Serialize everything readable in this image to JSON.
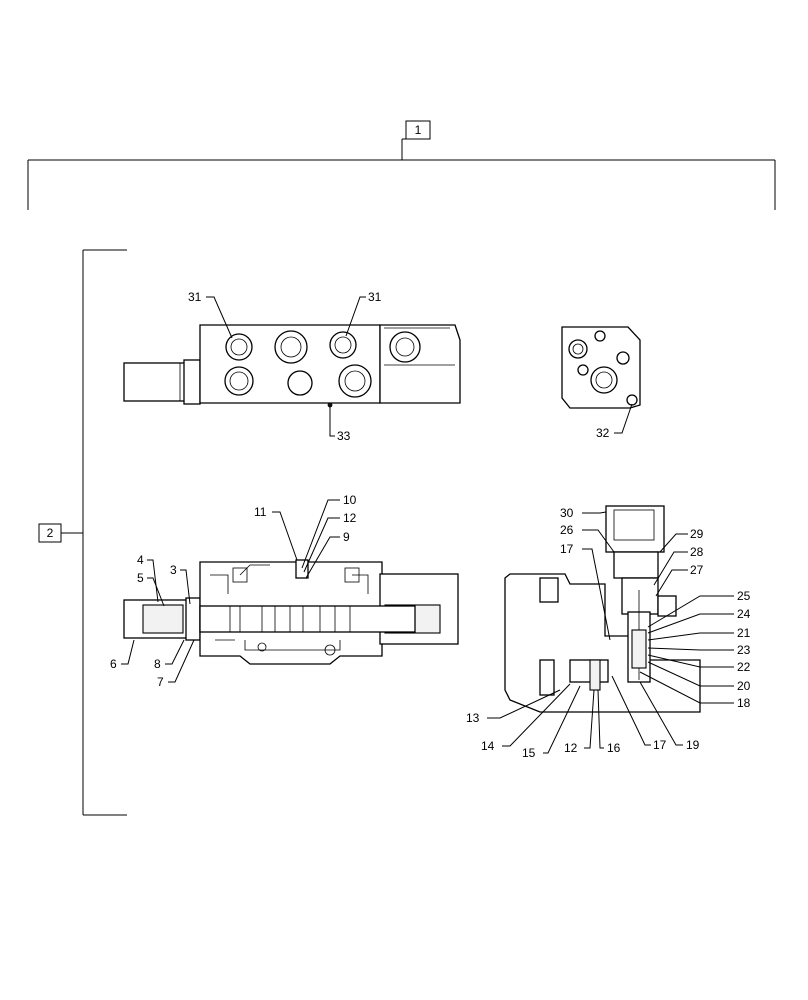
{
  "assembly_label": "1",
  "group_label": "2",
  "callouts": {
    "c31a": "31",
    "c31b": "31",
    "c33": "33",
    "c32": "32",
    "c11": "11",
    "c10": "10",
    "c12a": "12",
    "c9": "9",
    "c4": "4",
    "c5": "5",
    "c3": "3",
    "c6": "6",
    "c8": "8",
    "c7": "7",
    "c30": "30",
    "c26": "26",
    "c17a": "17",
    "c29": "29",
    "c28": "28",
    "c27": "27",
    "c25": "25",
    "c24": "24",
    "c21": "21",
    "c23": "23",
    "c22": "22",
    "c20": "20",
    "c18": "18",
    "c13": "13",
    "c14": "14",
    "c15": "15",
    "c12b": "12",
    "c16": "16",
    "c17b": "17",
    "c19": "19"
  }
}
